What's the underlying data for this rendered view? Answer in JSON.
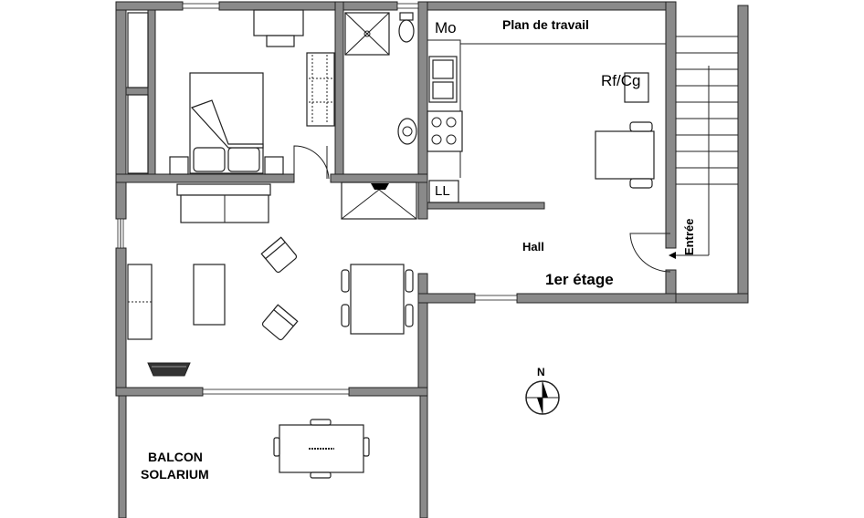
{
  "labels": {
    "microwave": "Mo",
    "worktop": "Plan de travail",
    "fridge": "Rf/Cg",
    "dishwasher": "LL",
    "hall": "Hall",
    "floor": "1er étage",
    "entrance": "Entrée",
    "balcony_line1": "BALCON",
    "balcony_line2": "SOLARIUM",
    "north": "N"
  },
  "colors": {
    "wall_fill": "#8a8a8a",
    "line": "#222222",
    "background": "#ffffff"
  }
}
